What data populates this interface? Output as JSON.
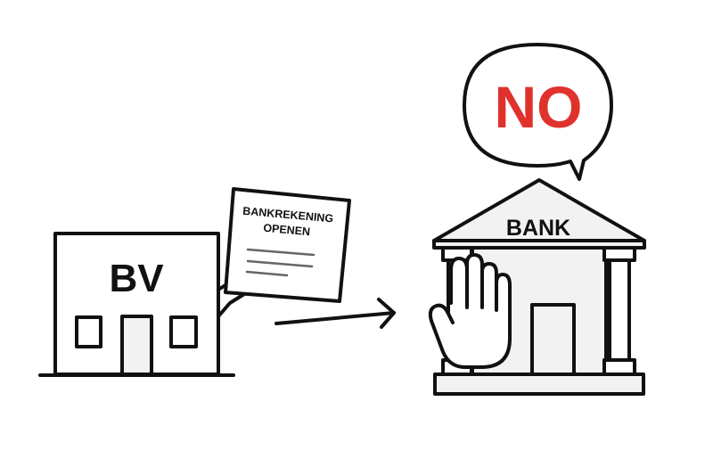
{
  "company": {
    "label": "BV"
  },
  "document": {
    "line1": "BANKREKENING",
    "line2": "OPENEN"
  },
  "bank": {
    "label": "BANK"
  },
  "speech": {
    "text": "NO",
    "color": "#e0322d"
  },
  "colors": {
    "stroke": "#111111",
    "fill": "#f2f2f2"
  }
}
